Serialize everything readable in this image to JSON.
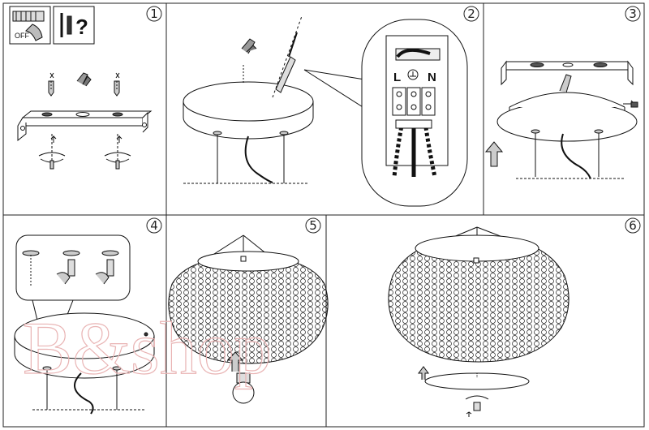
{
  "steps": [
    {
      "number": "1"
    },
    {
      "number": "2"
    },
    {
      "number": "3"
    },
    {
      "number": "4"
    },
    {
      "number": "5"
    },
    {
      "number": "6"
    }
  ],
  "power_icon": {
    "off_label": "OFF"
  },
  "tools_icon": {
    "question_mark": "?"
  },
  "terminal_block": {
    "live": "L",
    "neutral": "N"
  },
  "watermark": {
    "text": "B&shop"
  },
  "colors": {
    "line": "#111111",
    "watermark": "#e9b4b4",
    "background": "#ffffff"
  }
}
